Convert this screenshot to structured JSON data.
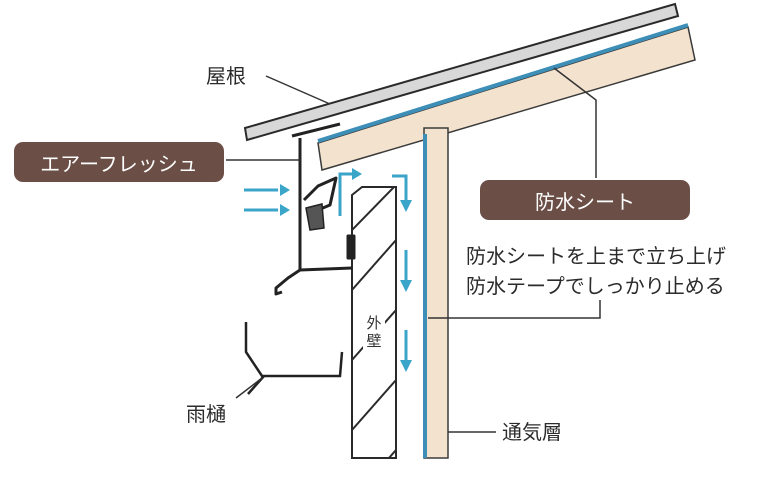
{
  "colors": {
    "pill_bg": "#6b4f47",
    "pill_text": "#ffffff",
    "wood": "#f3e2cd",
    "membrane": "#3d8fb8",
    "airflow_arrow": "#3aa5c9",
    "roof_metal": "#d8d8d8",
    "line": "#222222"
  },
  "labels": {
    "roof": "屋根",
    "air_fresh": "エアーフレッシュ",
    "waterproof_sheet": "防水シート",
    "instruction_line1": "防水シートを上まで立ち上げ",
    "instruction_line2": "防水テープでしっかり止める",
    "exterior_wall": "外壁",
    "gutter": "雨樋",
    "ventilation_layer": "通気層"
  },
  "icons": {
    "airflow": "arrow-right-icon",
    "downflow": "arrow-down-icon"
  }
}
